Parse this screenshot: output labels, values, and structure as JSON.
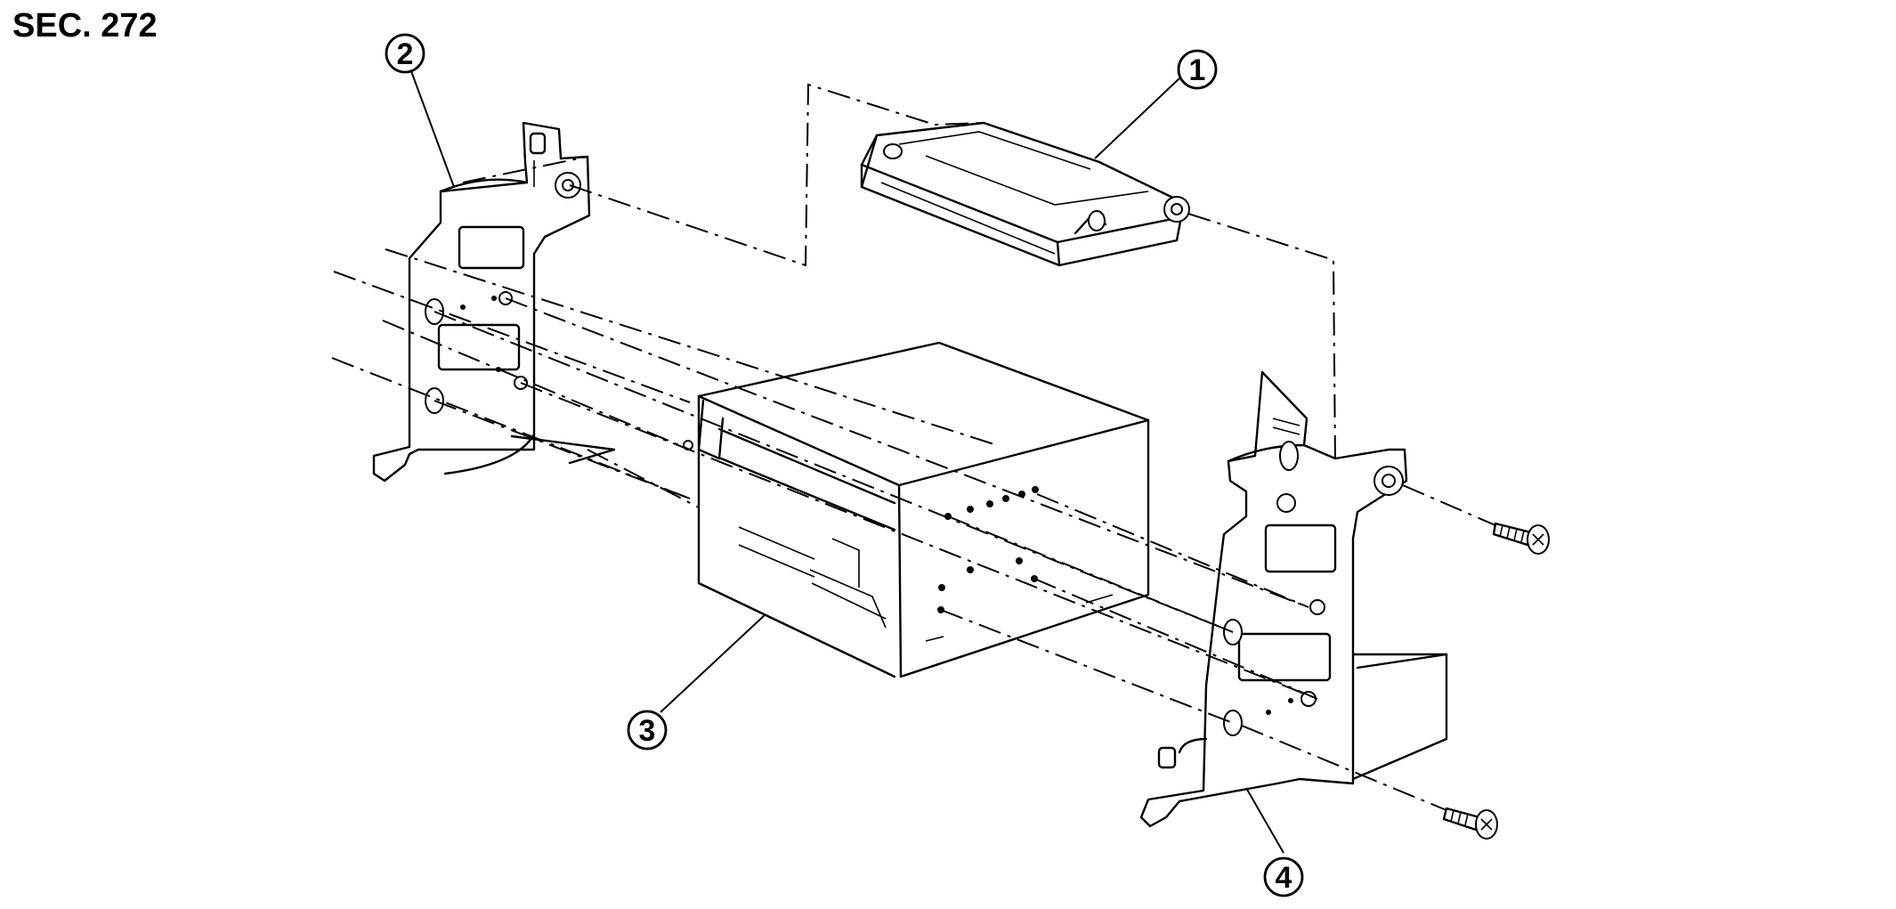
{
  "section_label": "SEC. 272",
  "callouts": [
    {
      "id": "1",
      "text": "①"
    },
    {
      "id": "2",
      "text": "②"
    },
    {
      "id": "3",
      "text": "③"
    },
    {
      "id": "4",
      "text": "④"
    }
  ]
}
